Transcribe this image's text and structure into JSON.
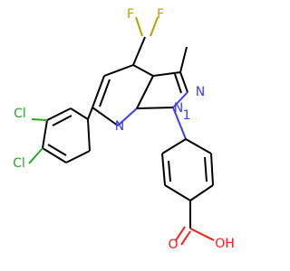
{
  "colors": {
    "carbon": "#000000",
    "nitrogen": "#3b3bff",
    "chlorine": "#22aa22",
    "fluorine": "#b8a000",
    "oxygen": "#ff1a1a"
  },
  "labels": {
    "f_left": "F",
    "f_right": "F",
    "cl_top": "Cl",
    "cl_bottom": "Cl",
    "n_pyrazole_top": "N",
    "n_ring_left": "N",
    "n_ring_sub": "N",
    "n_ring_one": "1",
    "o_double": "O",
    "o_hydroxyl": "OH"
  }
}
